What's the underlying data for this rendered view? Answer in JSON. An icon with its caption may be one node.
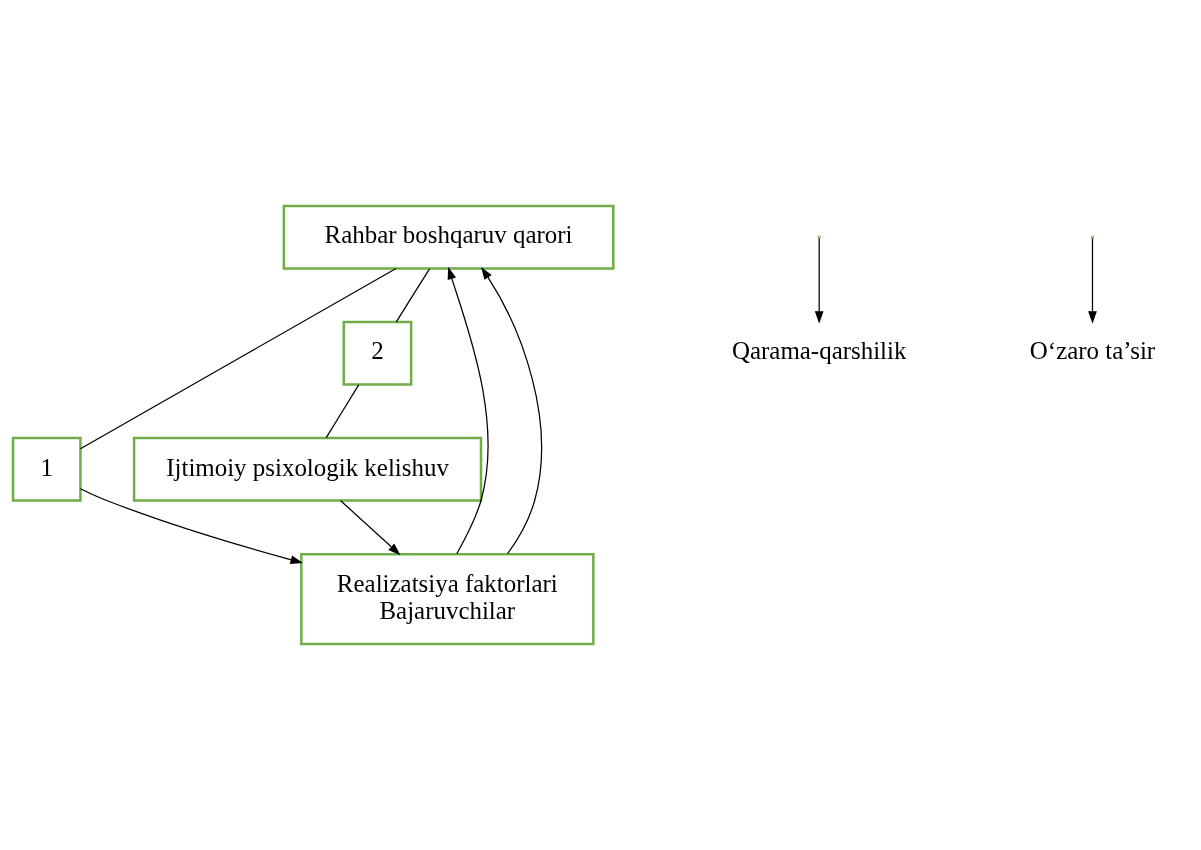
{
  "diagram": {
    "nodes": [
      {
        "text": [
          "Rahbar boshqaruv qarori"
        ]
      },
      {
        "text": [
          "1"
        ]
      },
      {
        "text": [
          "2"
        ]
      },
      {
        "text": [
          "Ijtimoiy psixologik kelishuv"
        ]
      },
      {
        "text": [
          "Realizatsiya faktorlari",
          "Bajaruvchilar"
        ]
      },
      {
        "text": [
          "Qarama-qarshilik"
        ]
      },
      {
        "text": [
          "O‘zaro ta’sir"
        ]
      }
    ],
    "edges": [
      {
        "from": 0,
        "to": 1,
        "arrow": "none"
      },
      {
        "from": 0,
        "to": 2,
        "arrow": "none"
      },
      {
        "from": 1,
        "to": 4,
        "arrow": "to"
      },
      {
        "from": 2,
        "to": 3,
        "arrow": "none"
      },
      {
        "from": 3,
        "to": 4,
        "arrow": "to"
      },
      {
        "from": 4,
        "to": 0,
        "arrow": "to"
      },
      {
        "from": 4,
        "to": 0,
        "arrow": "to"
      },
      {
        "from": null,
        "to": 5,
        "arrow": "to"
      },
      {
        "from": null,
        "to": 6,
        "arrow": "to"
      }
    ]
  }
}
